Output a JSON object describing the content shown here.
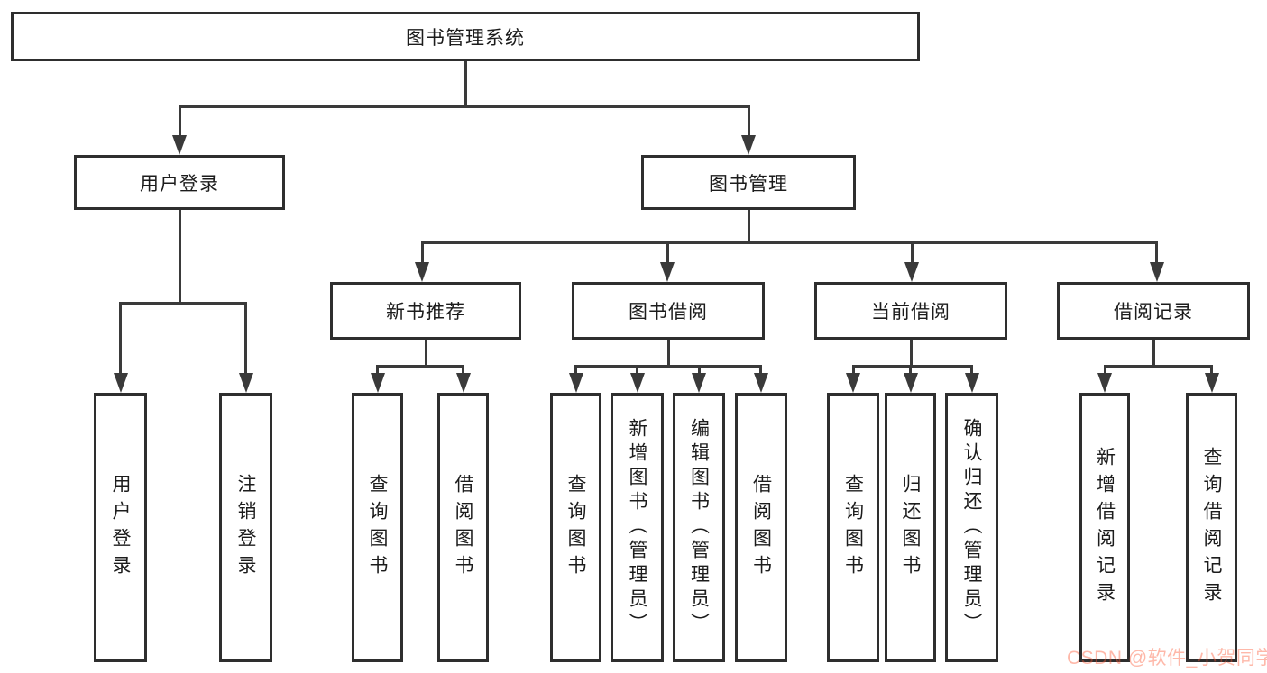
{
  "diagram": {
    "root": {
      "label": "图书管理系统"
    },
    "level1": {
      "user_login": {
        "label": "用户登录"
      },
      "book_management": {
        "label": "图书管理"
      }
    },
    "level2": {
      "new_book": {
        "label": "新书推荐"
      },
      "book_borrow": {
        "label": "图书借阅"
      },
      "current_borrow": {
        "label": "当前借阅"
      },
      "borrow_record": {
        "label": "借阅记录"
      }
    },
    "leaves": {
      "user_login": [
        "用户登录",
        "注销登录"
      ],
      "new_book": [
        "查询图书",
        "借阅图书"
      ],
      "book_borrow": [
        "查询图书",
        "新增图书（管理员）",
        "编辑图书（管理员）",
        "借阅图书"
      ],
      "current_borrow": [
        "查询图书",
        "归还图书",
        "确认归还（管理员）"
      ],
      "borrow_record": [
        "新增借阅记录",
        "查询借阅记录"
      ]
    }
  },
  "watermark": {
    "text": "CSDN @软件_小贺同学",
    "color": "#fc5531"
  },
  "colors": {
    "line": "#3a3a3a",
    "box_border": "#2e2e2e",
    "text": "#1c1c1c",
    "background": "#ffffff"
  }
}
